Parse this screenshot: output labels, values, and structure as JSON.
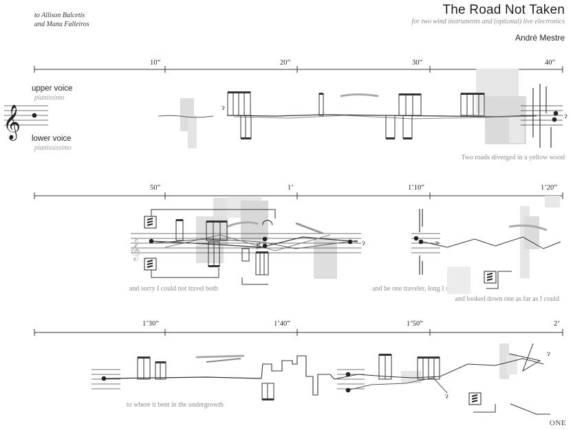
{
  "header": {
    "dedication": [
      "to Allison Balcetis",
      "and Manu Falleiros"
    ],
    "title": "The Road Not Taken",
    "subtitle": "for two wind instruments and (optional) live electronics",
    "composer": "André Mestre"
  },
  "voices": {
    "upper": {
      "name": "upper voice",
      "dynamic": "pianissimo"
    },
    "lower": {
      "name": "lower voice",
      "dynamic": "pianississimo"
    }
  },
  "systems": [
    {
      "time_marks": [
        "10”",
        "20”",
        "30”",
        "40”"
      ],
      "lyrics": [
        "Two roads diverged in a yellow wood"
      ]
    },
    {
      "time_marks": [
        "50”",
        "1’",
        "1’10”",
        "1’20”"
      ],
      "lyrics": [
        "and sorry I could not travel both",
        "and be one traveler, long I stood",
        "and looked down one as far as I could"
      ]
    },
    {
      "time_marks": [
        "1’30”",
        "1’40”",
        "1’50”",
        "2’"
      ],
      "lyrics": [
        "to where it bent in the undergrowth"
      ]
    }
  ],
  "page_label": "ONE"
}
